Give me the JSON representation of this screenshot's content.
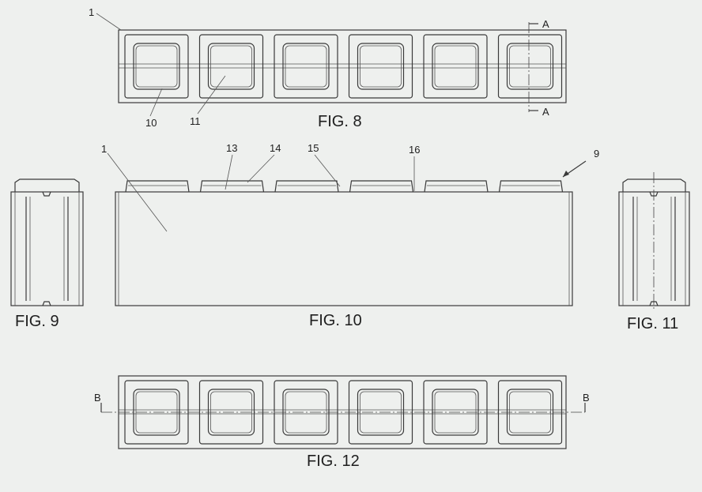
{
  "figures": {
    "fig8": "FIG. 8",
    "fig9": "FIG. 9",
    "fig10": "FIG. 10",
    "fig11": "FIG. 11",
    "fig12": "FIG. 12"
  },
  "refs": {
    "r1": "1",
    "r10": "10",
    "r11": "11",
    "r1b": "1",
    "r13": "13",
    "r14": "14",
    "r15": "15",
    "r16": "16",
    "r9": "9"
  },
  "sections": {
    "a_top": "A",
    "a_bottom": "A",
    "b_left": "B",
    "b_right": "B"
  }
}
